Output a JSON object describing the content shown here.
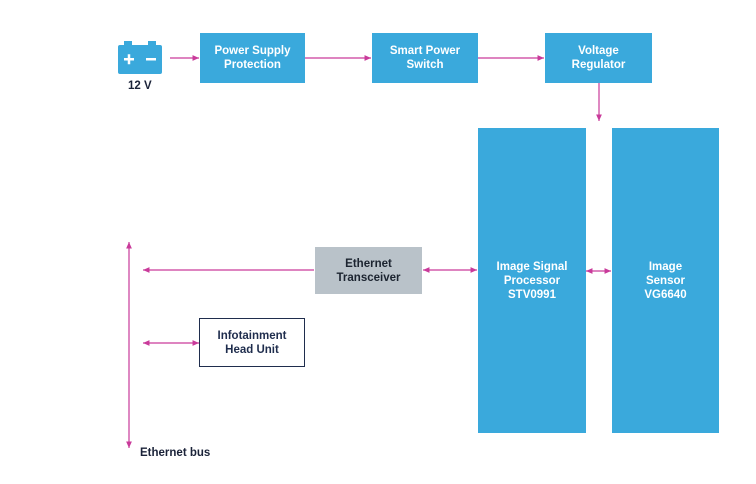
{
  "colors": {
    "block_blue": "#3aa9dc",
    "block_gray": "#b9c2c9",
    "connector": "#c93a9a",
    "outline": "#1f2d4d"
  },
  "battery": {
    "icon": "battery-icon",
    "label": "12 V"
  },
  "blocks": {
    "power_supply_protection": "Power Supply\nProtection",
    "smart_power_switch": "Smart Power\nSwitch",
    "voltage_regulator": "Voltage\nRegulator",
    "image_signal_processor": "Image Signal\nProcessor\nSTV0991",
    "image_sensor": "Image\nSensor\nVG6640",
    "ethernet_transceiver": "Ethernet\nTransceiver",
    "infotainment_head_unit": "Infotainment\nHead Unit"
  },
  "bus_label": "Ethernet bus"
}
